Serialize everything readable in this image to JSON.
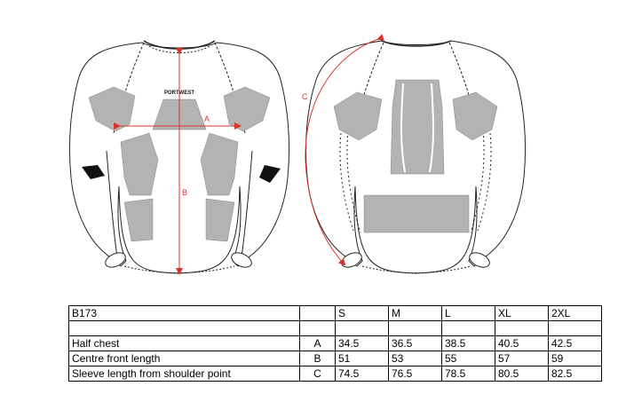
{
  "figure": {
    "brand_logo": "PORTWEST",
    "dimension_labels": {
      "a": "A",
      "b": "B",
      "c": "C"
    },
    "colors": {
      "panel": "#b3b3b3",
      "measure": "#d9342b",
      "outline": "#222222"
    }
  },
  "table": {
    "product_code": "B173",
    "sizes": [
      "S",
      "M",
      "L",
      "XL",
      "2XL"
    ],
    "rows": [
      {
        "label": "Half chest",
        "code": "A",
        "values": [
          "34.5",
          "36.5",
          "38.5",
          "40.5",
          "42.5"
        ]
      },
      {
        "label": "Centre front length",
        "code": "B",
        "values": [
          "51",
          "53",
          "55",
          "57",
          "59"
        ]
      },
      {
        "label": "Sleeve length from shoulder point",
        "code": "C",
        "values": [
          "74.5",
          "76.5",
          "78.5",
          "80.5",
          "82.5"
        ]
      }
    ]
  }
}
